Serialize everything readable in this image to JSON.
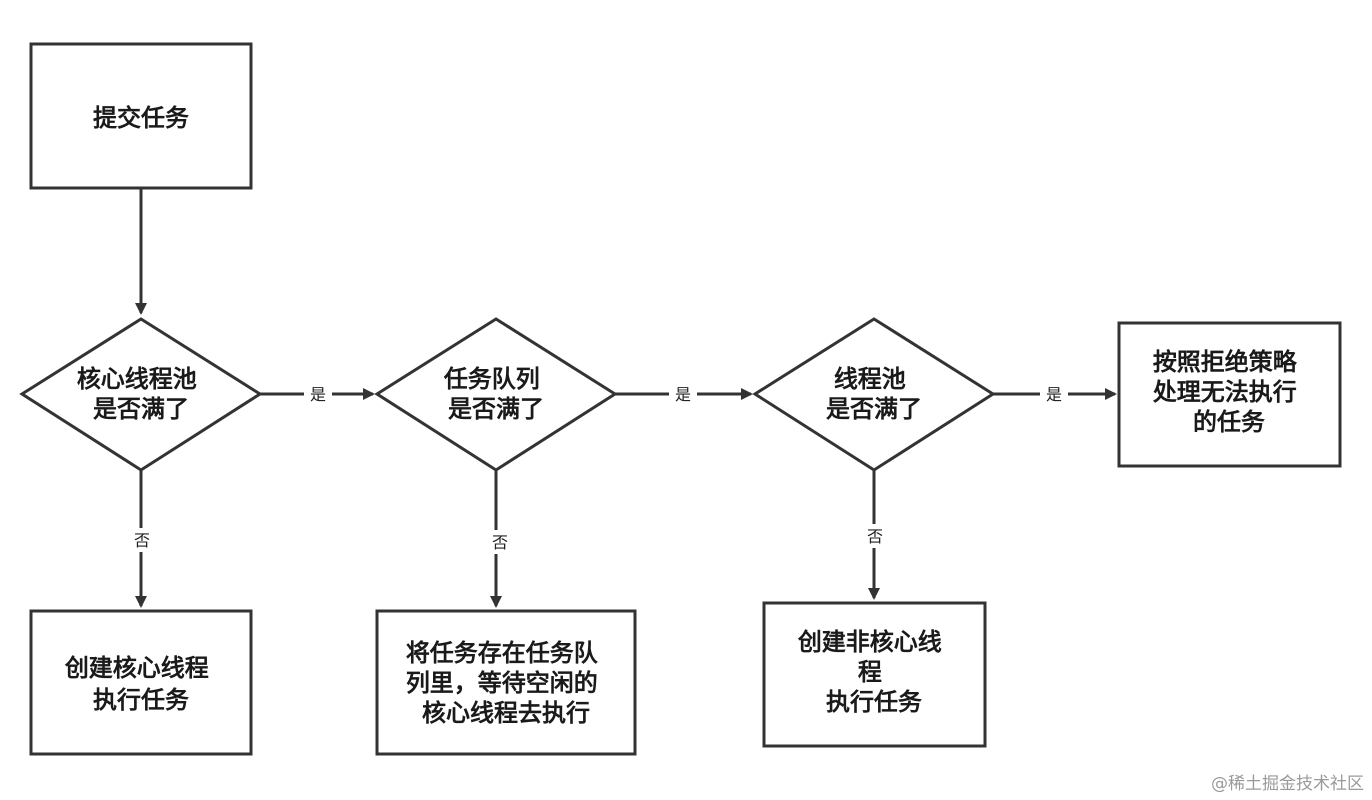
{
  "diagram": {
    "nodes": {
      "submit": {
        "lines": [
          "提交任务"
        ]
      },
      "core_full": {
        "lines": [
          "核心线程池",
          "是否满了"
        ]
      },
      "queue_full": {
        "lines": [
          "任务队列",
          "是否满了"
        ]
      },
      "pool_full": {
        "lines": [
          "线程池",
          "是否满了"
        ]
      },
      "reject": {
        "lines": [
          "按照拒绝策略",
          "处理无法执行",
          "的任务"
        ]
      },
      "create_core": {
        "lines": [
          "创建核心线程",
          "执行任务"
        ]
      },
      "enqueue": {
        "lines": [
          "将任务存在任务队",
          "列里，等待空闲的",
          "核心线程去执行"
        ]
      },
      "create_noncore": {
        "lines": [
          "创建非核心线",
          "程",
          "执行任务"
        ]
      }
    },
    "edges": {
      "yes1": "是",
      "yes2": "是",
      "yes3": "是",
      "no1": "否",
      "no2": "否",
      "no3": "否"
    },
    "colors": {
      "stroke": "#333333",
      "text": "#1a1a1a",
      "watermark": "#9a9a9a"
    }
  },
  "watermark": "@稀土掘金技术社区"
}
